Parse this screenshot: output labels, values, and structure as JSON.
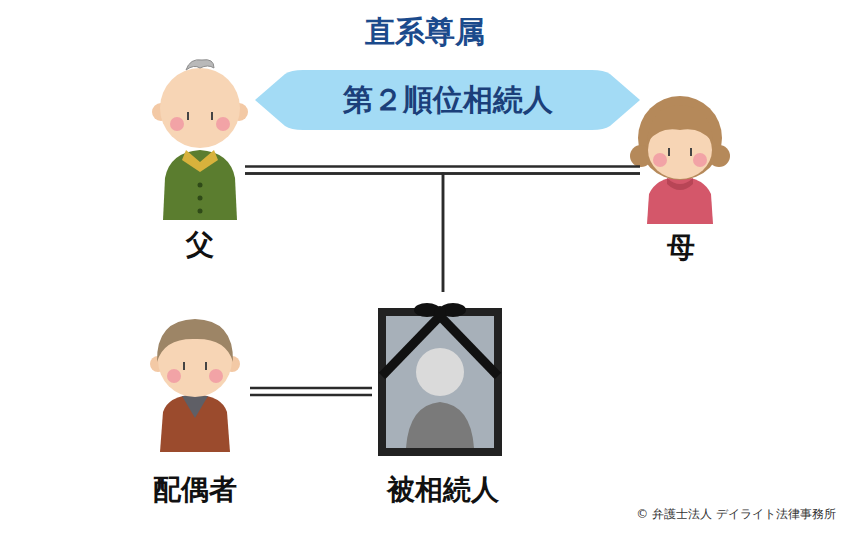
{
  "diagram": {
    "title": "直系尊属",
    "nodes": [
      {
        "text": [
          "父"
        ]
      },
      {
        "text": [
          "第２順位相続人"
        ]
      },
      {
        "text": [
          "母"
        ]
      },
      {
        "text": [
          "配偶者"
        ]
      },
      {
        "text": [
          "被相続人"
        ]
      }
    ],
    "edges": [
      {
        "from": 0,
        "to": 2,
        "arrow": "none"
      },
      {
        "from": 0,
        "to": 4,
        "arrow": "none"
      },
      {
        "from": 2,
        "to": 4,
        "arrow": "none"
      },
      {
        "from": 3,
        "to": 4,
        "arrow": "none"
      }
    ],
    "labels": [
      "© 弁護士法人 デイライト法律事務所"
    ]
  }
}
